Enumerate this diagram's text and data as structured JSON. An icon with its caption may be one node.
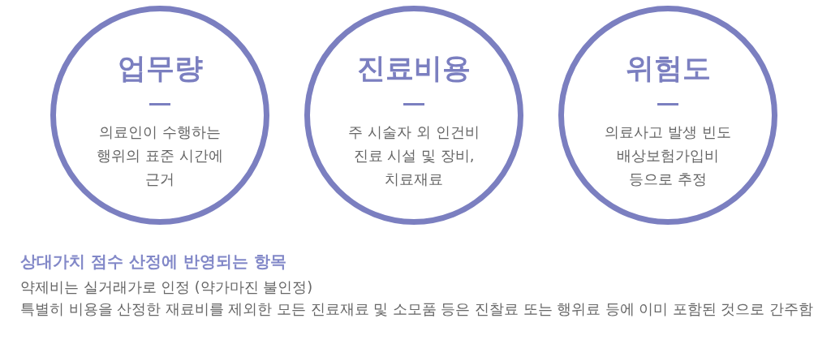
{
  "diagram": {
    "nodes": [
      {
        "text": [
          "업무량",
          "의료인이 수행하는 행위의 표준 시간에 근거"
        ]
      },
      {
        "text": [
          "진료비용",
          "주 시술자 외 인건비 진료 시설 및 장비, 치료재료"
        ]
      },
      {
        "text": [
          "위험도",
          "의료사고 발생 빈도 배상보험가입비 등으로 추정"
        ]
      }
    ],
    "labels": [
      "상대가치 점수 산정에 반영되는 항목",
      "약제비는 실거래가로 인정 (약가마진 불인정)",
      "특별히 비용을 산정한 재료비를 제외한 모든 진료재료 및 소모품 등은 진찰료 또는 행위료 등에 이미 포함된 것으로 간주함"
    ]
  }
}
